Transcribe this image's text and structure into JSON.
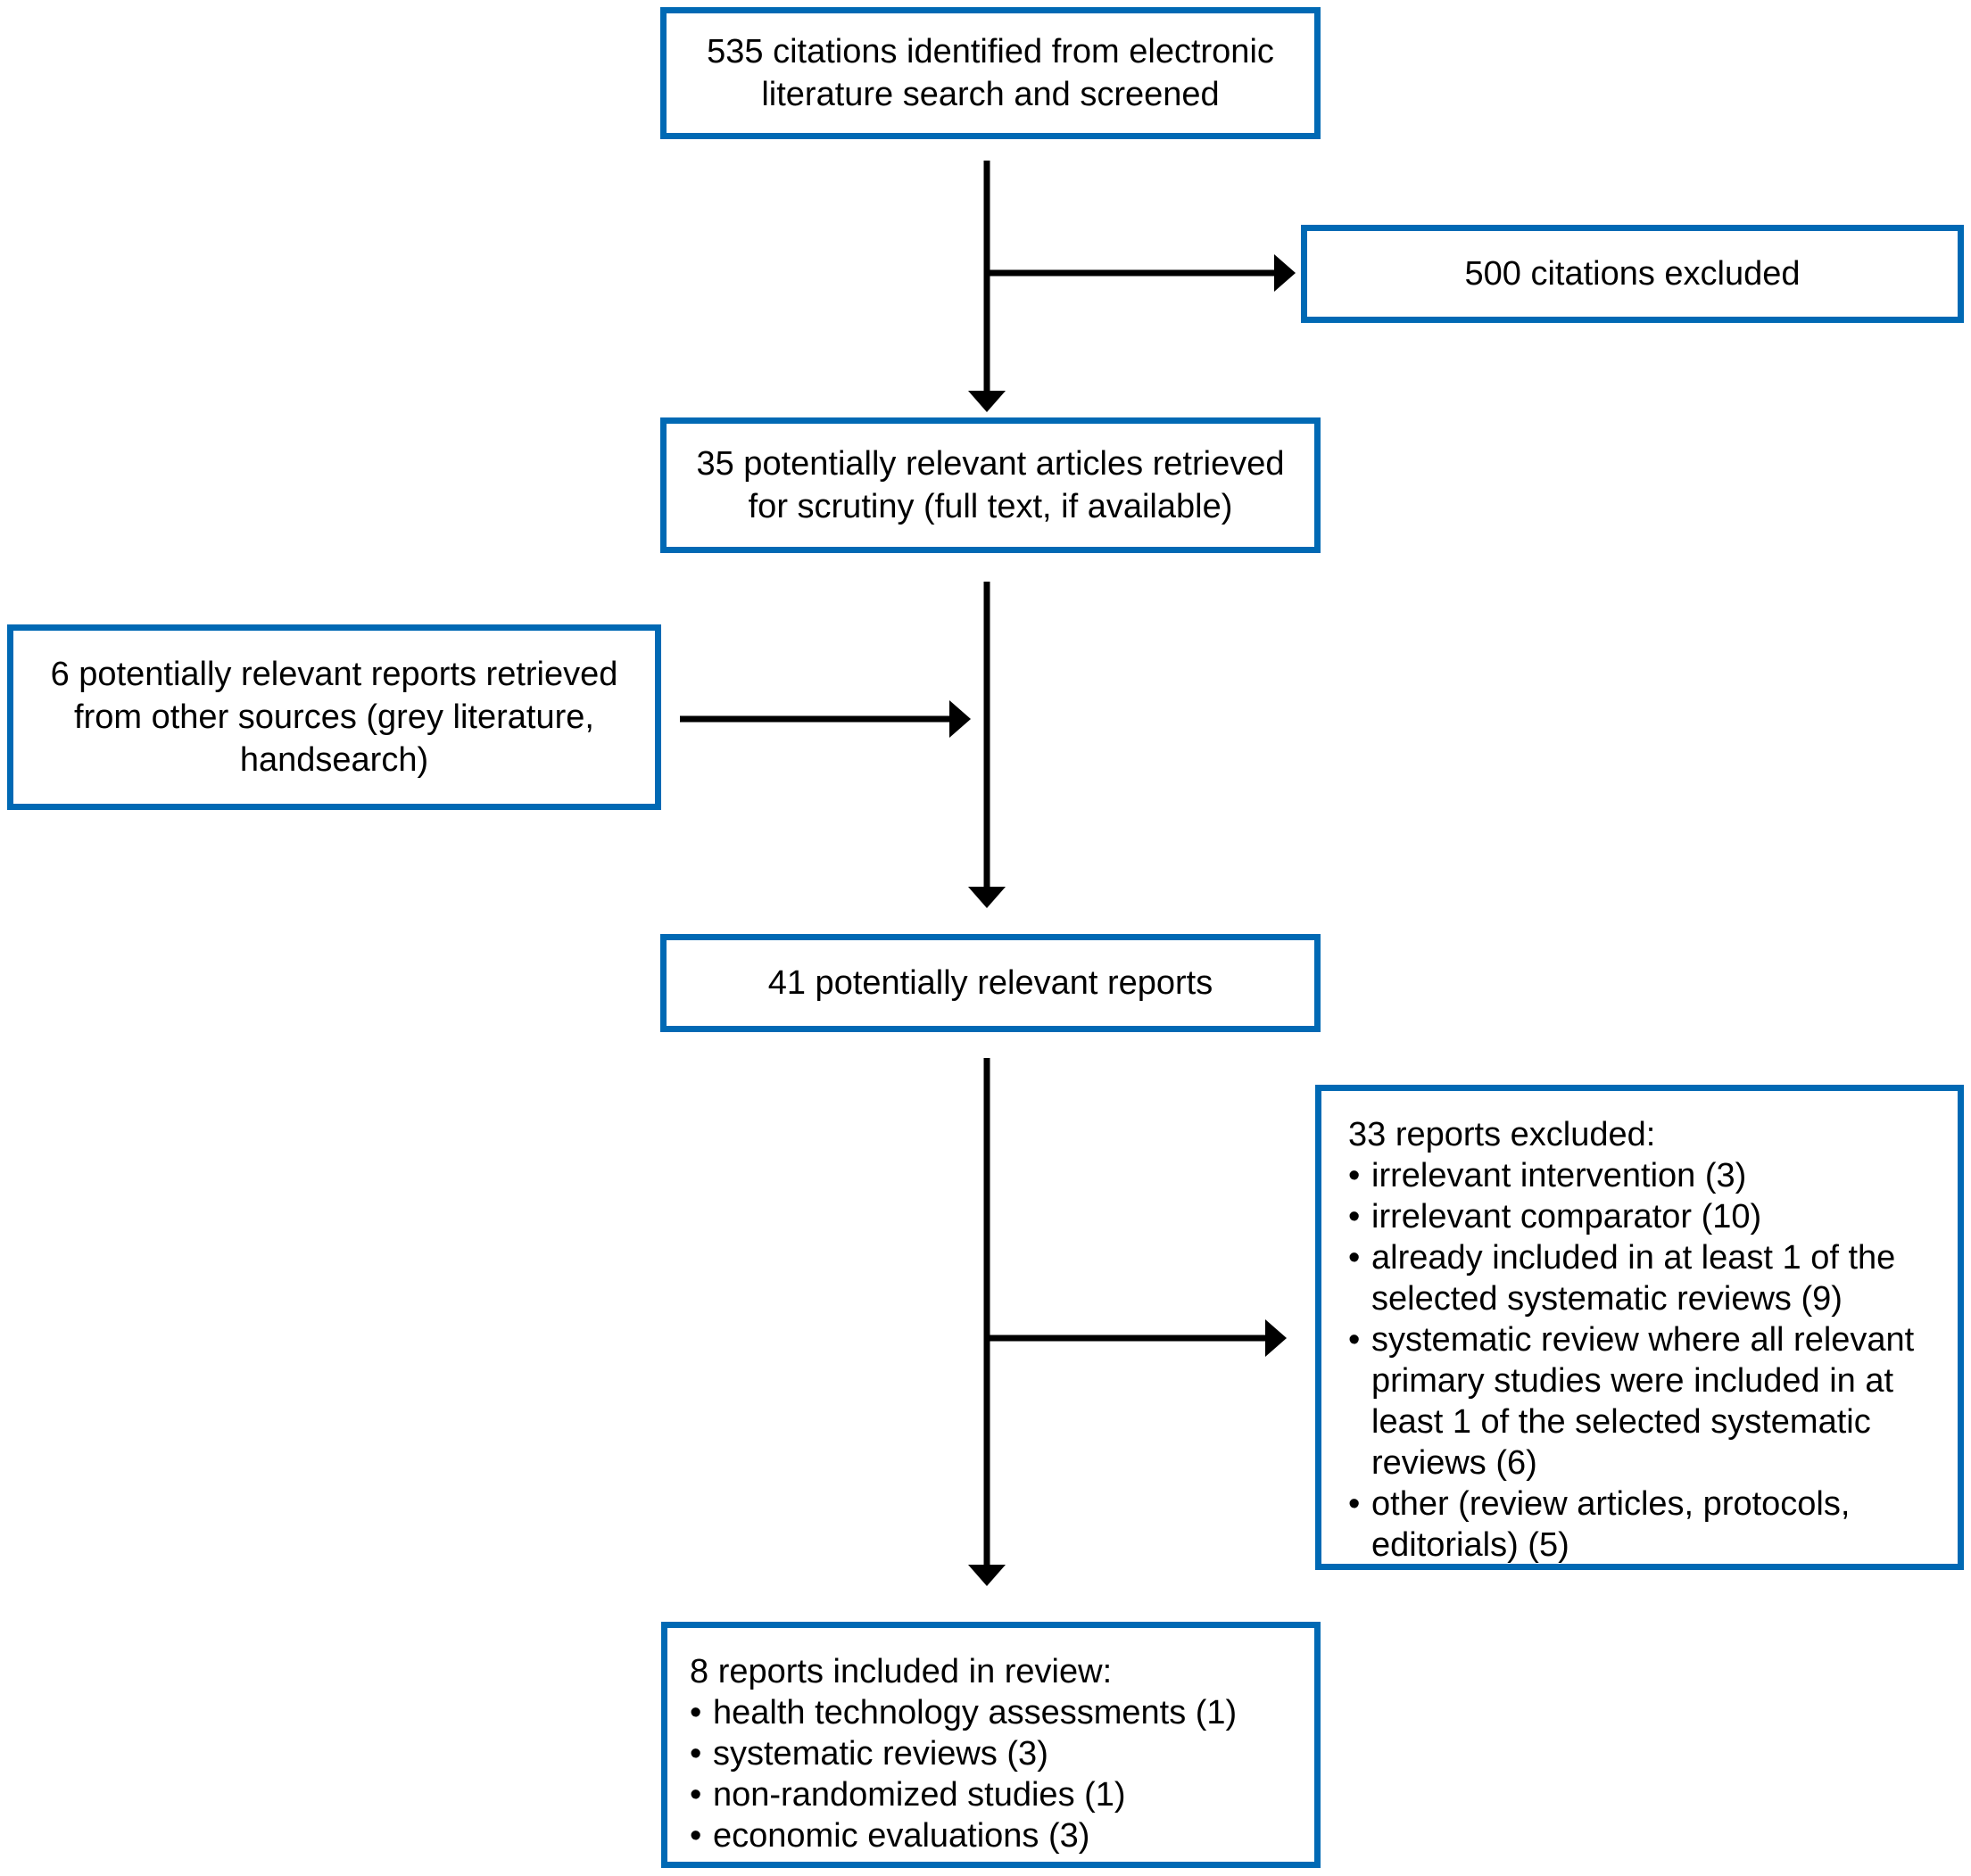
{
  "diagram": {
    "bullet_char": "•",
    "colors": {
      "box_border": "#0069b4",
      "arrow": "#000000",
      "text": "#000000",
      "background": "#ffffff"
    },
    "boxes": {
      "citations_identified": {
        "lines": [
          "535 citations identified from electronic",
          "literature search and screened"
        ]
      },
      "citations_excluded": {
        "lines": [
          "500 citations excluded"
        ]
      },
      "articles_retrieved": {
        "lines": [
          "35 potentially relevant articles retrieved",
          "for scrutiny (full text, if available)"
        ]
      },
      "other_sources": {
        "lines": [
          "6 potentially relevant reports retrieved",
          "from other sources (grey literature,",
          "handsearch)"
        ]
      },
      "relevant_reports": {
        "lines": [
          "41 potentially relevant reports"
        ]
      },
      "reports_excluded": {
        "title": "33 reports excluded:",
        "bullets": [
          [
            "irrelevant intervention (3)"
          ],
          [
            "irrelevant comparator (10)"
          ],
          [
            "already included in at least 1 of the",
            "selected systematic reviews (9)"
          ],
          [
            "systematic review where all relevant",
            "primary studies were included in at",
            "least 1 of the selected systematic",
            "reviews (6)"
          ],
          [
            "other (review articles, protocols,",
            "editorials) (5)"
          ]
        ]
      },
      "reports_included": {
        "title": "8 reports included in review:",
        "bullets": [
          [
            "health technology assessments (1)"
          ],
          [
            "systematic reviews (3)"
          ],
          [
            "non-randomized studies (1)"
          ],
          [
            "economic evaluations (3)"
          ]
        ]
      }
    }
  }
}
